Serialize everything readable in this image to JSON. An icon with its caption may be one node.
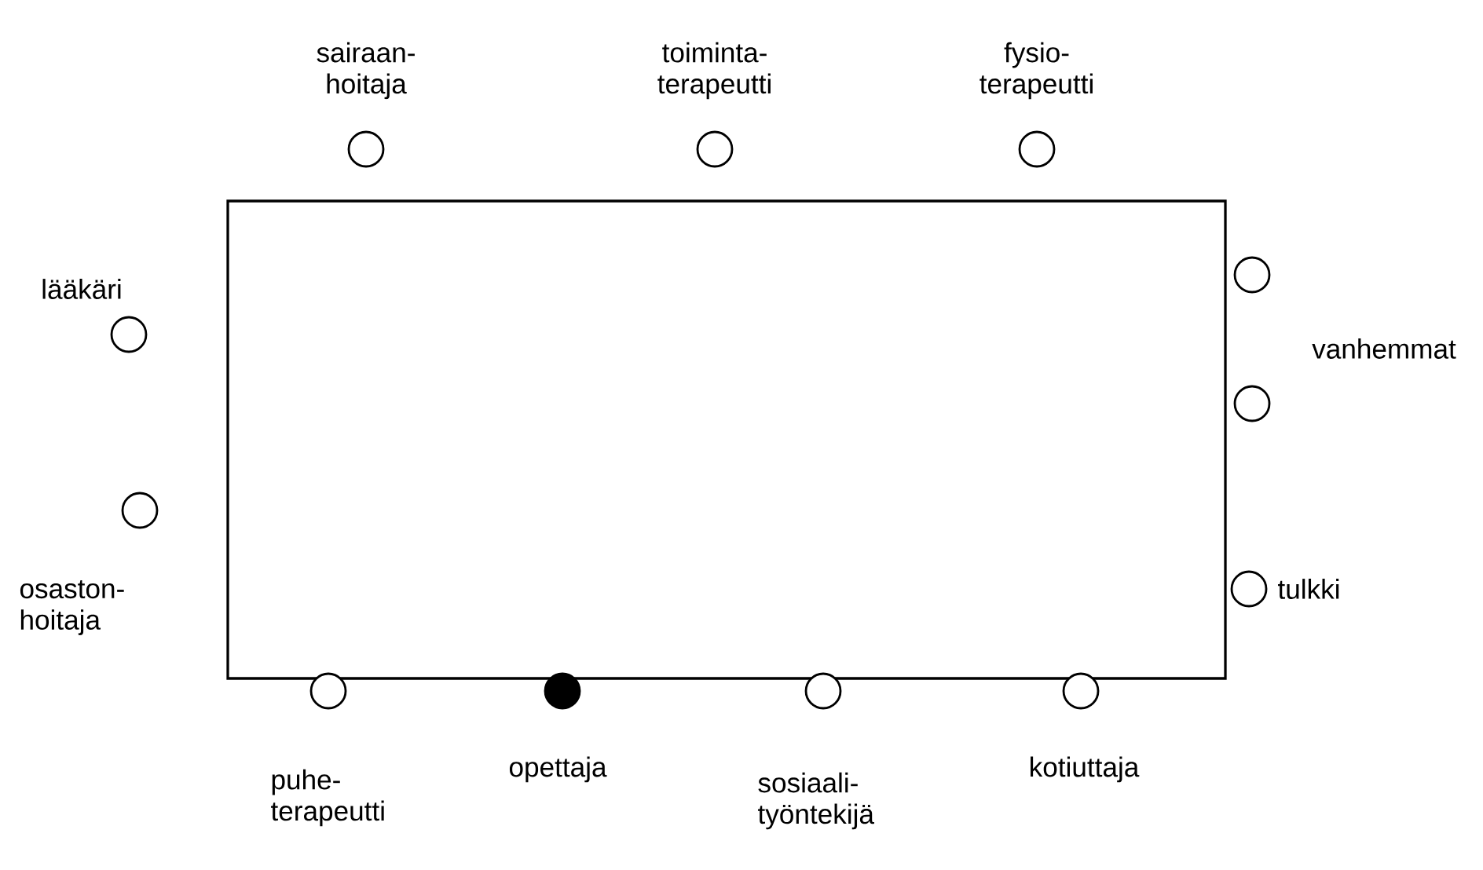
{
  "diagram": {
    "nodes": [
      {
        "text": [],
        "shape": "box"
      },
      {
        "text": [],
        "shape": "circle",
        "beside": [
          "sairaan- hoitaja"
        ]
      },
      {
        "text": [],
        "shape": "circle",
        "beside": [
          "toiminta- terapeutti"
        ]
      },
      {
        "text": [],
        "shape": "circle",
        "beside": [
          "fysio- terapeutti"
        ]
      },
      {
        "text": [],
        "shape": "circle"
      },
      {
        "text": [],
        "shape": "circle",
        "beside": [
          "lääkäri"
        ]
      },
      {
        "text": [],
        "shape": "circle"
      },
      {
        "text": [],
        "shape": "circle",
        "beside": [
          "osaston- hoitaja"
        ]
      },
      {
        "text": [],
        "shape": "circle",
        "beside": [
          "tulkki"
        ]
      },
      {
        "text": [],
        "shape": "circle",
        "beside": [
          "puhe- terapeutti"
        ]
      },
      {
        "text": [],
        "shape": "dot",
        "beside": [
          "opettaja"
        ]
      },
      {
        "text": [],
        "shape": "circle",
        "beside": [
          "sosiaali- työntekijä"
        ]
      },
      {
        "text": [],
        "shape": "circle",
        "beside": [
          "kotiuttaja"
        ]
      }
    ],
    "labels": [
      "vanhemmat"
    ]
  }
}
